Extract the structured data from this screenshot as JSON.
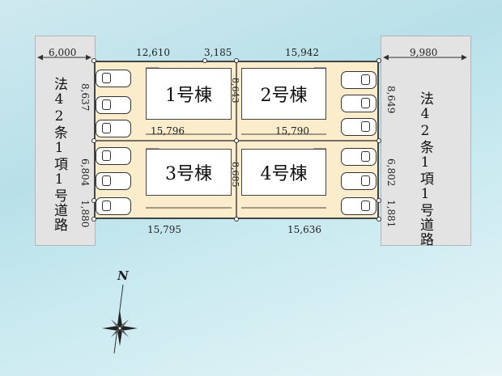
{
  "roads": {
    "west": {
      "label": "法42条1項1号道路",
      "width": "6,000"
    },
    "east": {
      "label": "法42条1項1号道路",
      "width": "9,980"
    }
  },
  "buildings": [
    {
      "id": "b1",
      "label": "1号棟"
    },
    {
      "id": "b2",
      "label": "2号棟"
    },
    {
      "id": "b3",
      "label": "3号棟"
    },
    {
      "id": "b4",
      "label": "4号棟"
    }
  ],
  "dimensions": {
    "top_left": "12,610",
    "top_mid": "3,185",
    "top_right": "15,942",
    "mid_left": "15,796",
    "mid_right": "15,790",
    "bottom_left": "15,795",
    "bottom_right": "15,636",
    "west_upper": "8,637",
    "west_lower": "6,804",
    "west_bottom": "1,880",
    "east_upper": "8,649",
    "east_lower": "6,802",
    "east_bottom": "1,881",
    "center_upper": "8,643",
    "center_lower": "8,685"
  },
  "compass": {
    "north_label": "N"
  }
}
